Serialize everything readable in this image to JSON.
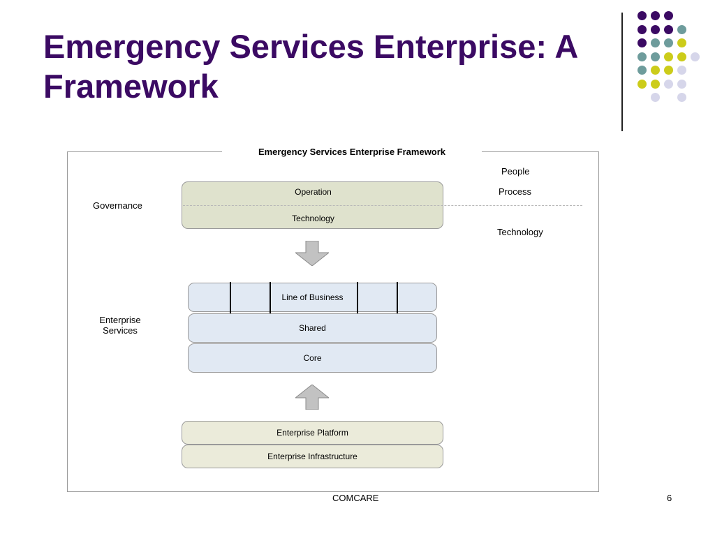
{
  "slide": {
    "title": "Emergency Services Enterprise: A Framework",
    "footer_center": "COMCARE",
    "page_number": "6"
  },
  "diagram": {
    "title": "Emergency Services Enterprise Framework",
    "right_labels": [
      "People",
      "Process",
      "Technology"
    ],
    "governance": {
      "label": "Governance",
      "top": "Operation",
      "bottom": "Technology"
    },
    "enterprise_services": {
      "label": "Enterprise Services",
      "layers": [
        "Line of Business",
        "Shared",
        "Core"
      ]
    },
    "platform_layers": [
      "Enterprise Platform",
      "Enterprise Infrastructure"
    ]
  },
  "colors": {
    "title": "#3b0a63",
    "dot_purple": "#3b0a63",
    "dot_teal": "#6e9c9c",
    "dot_yellow": "#cccc1a",
    "dot_lavender": "#d6d6ea",
    "governance_fill": "#dfe2cd",
    "services_fill": "#e1e9f3",
    "platform_fill": "#ebebda"
  }
}
